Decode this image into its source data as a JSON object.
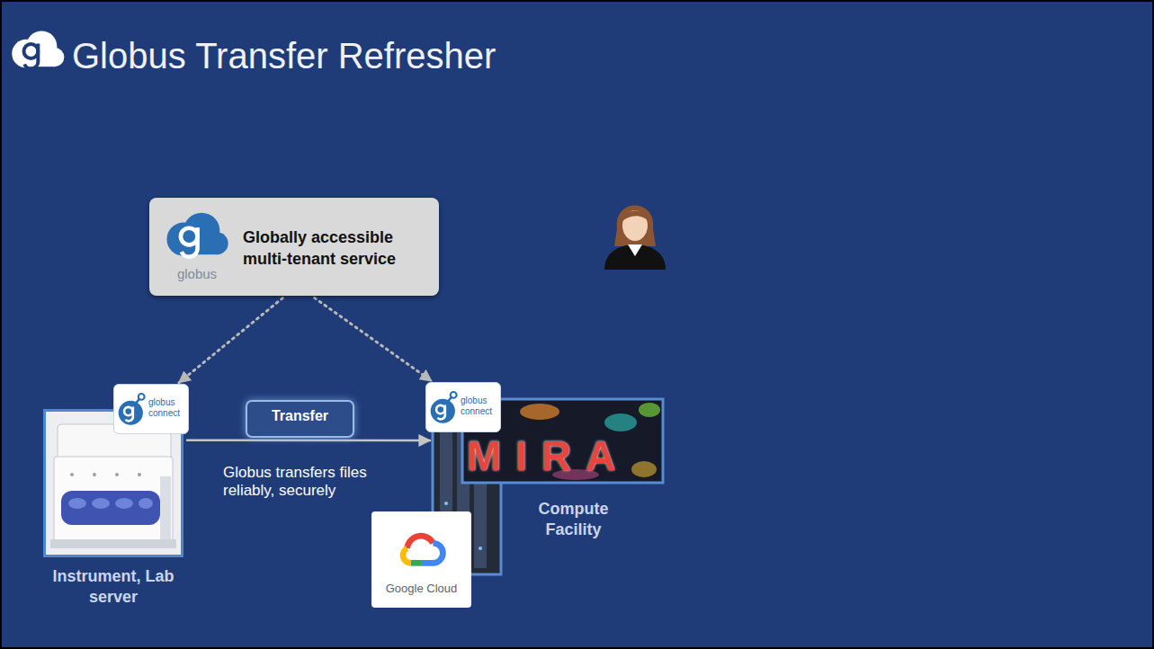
{
  "diagram": {
    "title": "Globus Transfer Refresher",
    "nodes": [
      {
        "text": [
          "globus",
          "Globally accessible multi-tenant service"
        ]
      },
      {
        "text": [
          "Instrument, Lab server"
        ]
      },
      {
        "text": [
          "globus connect"
        ],
        "in": 1
      },
      {
        "text": [
          "Compute Facility"
        ]
      },
      {
        "text": [
          "globus connect"
        ],
        "in": 3
      },
      {
        "text": [
          "Google Cloud"
        ]
      },
      {
        "text": [
          "Transfer"
        ]
      }
    ],
    "edges": [
      {
        "from": 0,
        "to": 2,
        "arrow": "to"
      },
      {
        "from": 0,
        "to": 4,
        "arrow": "to"
      },
      {
        "from": 1,
        "to": 3,
        "arrow": "to",
        "label": "Globus transfers files reliably, securely"
      }
    ],
    "labels": [
      "MIRA"
    ]
  }
}
